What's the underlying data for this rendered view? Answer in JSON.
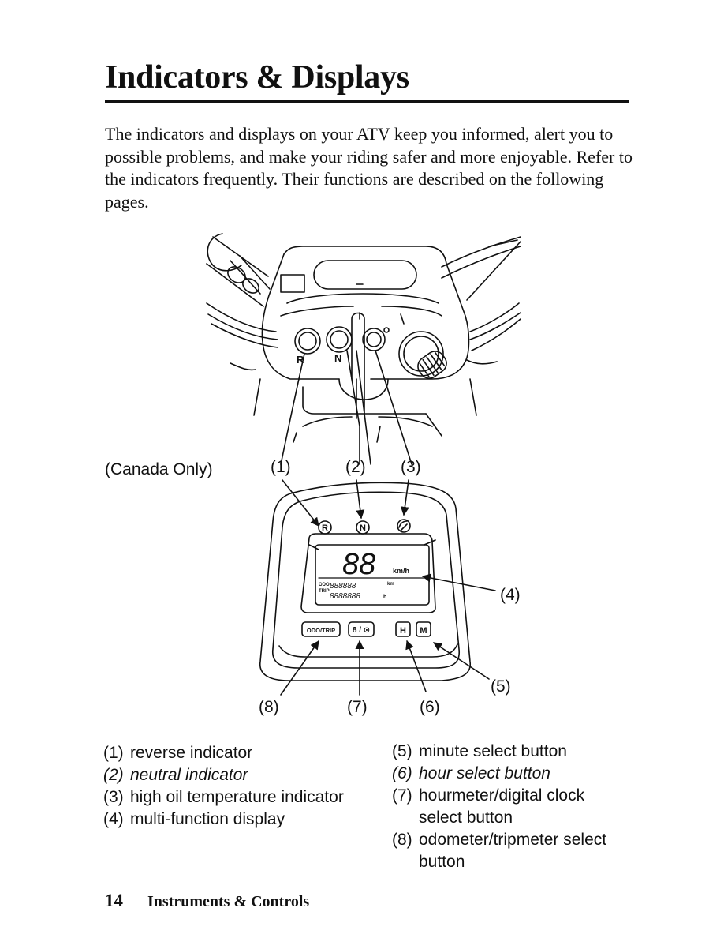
{
  "page": {
    "title": "Indicators & Displays",
    "intro": "The indicators and displays on your ATV keep you informed, alert you to possible problems, and make your riding safer and more enjoyable. Refer to the indicators frequently. Their functions are described on the following pages."
  },
  "figure": {
    "region_note": "(Canada Only)",
    "upper_letters": {
      "r": "R",
      "n": "N"
    },
    "indicator_glyphs": {
      "reverse": "R",
      "neutral": "N"
    },
    "lcd": {
      "speed": "88",
      "unit": "km/h",
      "odo_tag": "ODO",
      "trip_tag": "TRIP",
      "odo_digits": "888888",
      "odo_unit": "km",
      "hour_digits": "8888888",
      "hour_unit": "h"
    },
    "buttons": {
      "odo_trip": "ODO/TRIP",
      "hour_clock": "8 / ⊙",
      "hour": "H",
      "minute": "M"
    },
    "callouts": [
      "(1)",
      "(2)",
      "(3)",
      "(4)",
      "(5)",
      "(6)",
      "(7)",
      "(8)"
    ]
  },
  "legend": {
    "left": [
      {
        "num": "(1)",
        "text": "reverse indicator"
      },
      {
        "num": "(2)",
        "text": "neutral indicator"
      },
      {
        "num": "(3)",
        "text": "high oil temperature indicator"
      },
      {
        "num": "(4)",
        "text": "multi-function display"
      }
    ],
    "right": [
      {
        "num": "(5)",
        "text": "minute select button"
      },
      {
        "num": "(6)",
        "text": "hour select button"
      },
      {
        "num": "(7)",
        "text": "hourmeter/digital clock select button"
      },
      {
        "num": "(8)",
        "text": "odometer/tripmeter select button"
      }
    ]
  },
  "footer": {
    "page_number": "14",
    "section": "Instruments & Controls"
  }
}
